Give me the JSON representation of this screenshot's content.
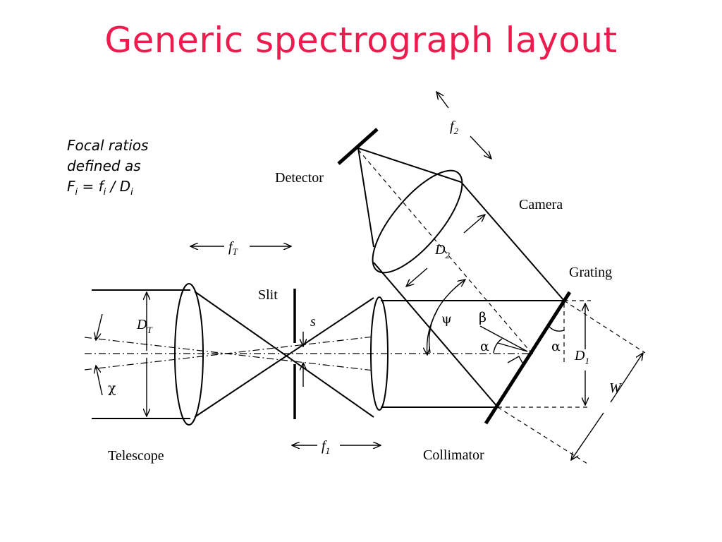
{
  "title": "Generic spectrograph layout",
  "focal_note": {
    "line1": "Focal ratios",
    "line2": "defined as",
    "formula_F": "F",
    "formula_i1": "i",
    "formula_mid": " = f",
    "formula_i2": "i",
    "formula_div": " / D",
    "formula_i3": "i"
  },
  "labels": {
    "detector": "Detector",
    "camera": "Camera",
    "grating": "Grating",
    "slit": "Slit",
    "telescope": "Telescope",
    "collimator": "Collimator"
  },
  "symbols": {
    "f2_main": "f",
    "f2_sub": "2",
    "fT_main": "f",
    "fT_sub": "T",
    "D2_main": "D",
    "D2_sub": "2",
    "DT_main": "D",
    "DT_sub": "T",
    "s": "s",
    "psi": "ψ",
    "beta": "β",
    "alpha_left": "α",
    "alpha_right": "α",
    "D1_main": "D",
    "D1_sub": "1",
    "W": "W",
    "chi": "χ",
    "f1_main": "f",
    "f1_sub": "1"
  }
}
